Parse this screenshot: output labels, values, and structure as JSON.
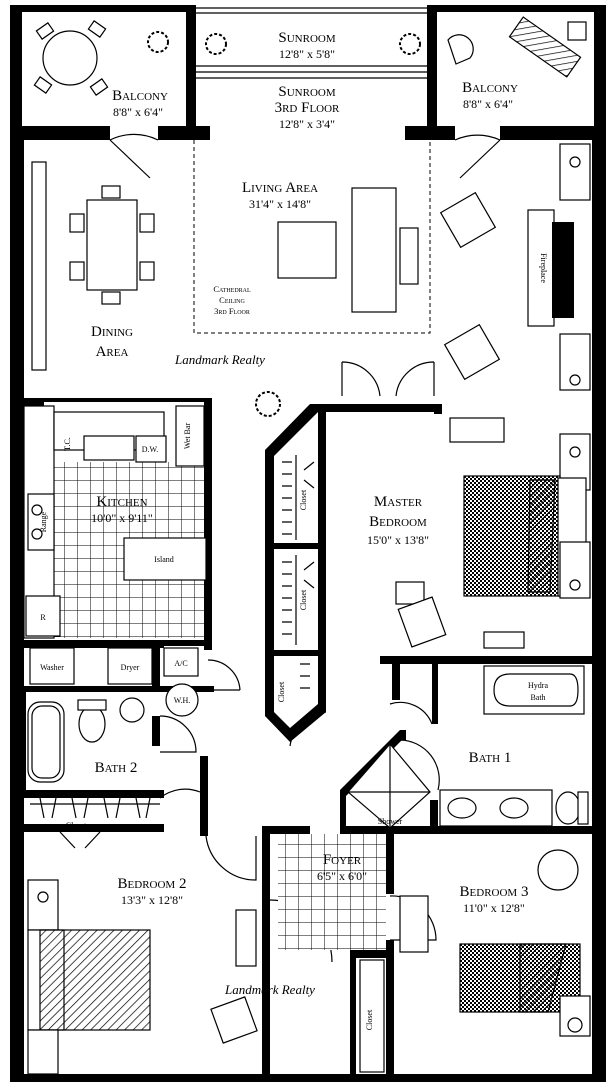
{
  "rooms": {
    "sunroom": {
      "name": "Sunroom",
      "dim": "12'8\" x 5'8\""
    },
    "sunroom3": {
      "name": "Sunroom",
      "name2": "3rd Floor",
      "dim": "12'8\" x 3'4\""
    },
    "balcony_left": {
      "name": "Balcony",
      "dim": "8'8\" x 6'4\""
    },
    "balcony_right": {
      "name": "Balcony",
      "dim": "8'8\" x 6'4\""
    },
    "living": {
      "name": "Living Area",
      "dim": "31'4\" x 14'8\""
    },
    "dining": {
      "name": "Dining",
      "name2": "Area"
    },
    "kitchen": {
      "name": "Kitchen",
      "dim": "10'0\" x 9'11\""
    },
    "master": {
      "name": "Master",
      "name2": "Bedroom",
      "dim": "15'0\" x 13'8\""
    },
    "bath1": {
      "name": "Bath 1"
    },
    "bath2": {
      "name": "Bath 2"
    },
    "bedroom2": {
      "name": "Bedroom 2",
      "dim": "13'3\" x 12'8\""
    },
    "bedroom3": {
      "name": "Bedroom 3",
      "dim": "11'0\" x 12'8\""
    },
    "foyer": {
      "name": "Foyer",
      "dim": "6'5\" x 6'0\""
    }
  },
  "labels": {
    "cathedral1": "Cathedral",
    "cathedral2": "Ceiling",
    "cathedral3": "3rd Floor",
    "wet_bar": "Wet Bar",
    "dw": "D.W.",
    "tc": "T.C.",
    "range": "Range",
    "r": "R",
    "island": "Island",
    "washer": "Washer",
    "dryer": "Dryer",
    "ac": "A/C",
    "wh": "W.H.",
    "closet": "Closet",
    "hydra1": "Hydra",
    "hydra2": "Bath",
    "shower": "Shower",
    "fireplace": "Fireplace"
  },
  "watermark": "Landmark Realty"
}
